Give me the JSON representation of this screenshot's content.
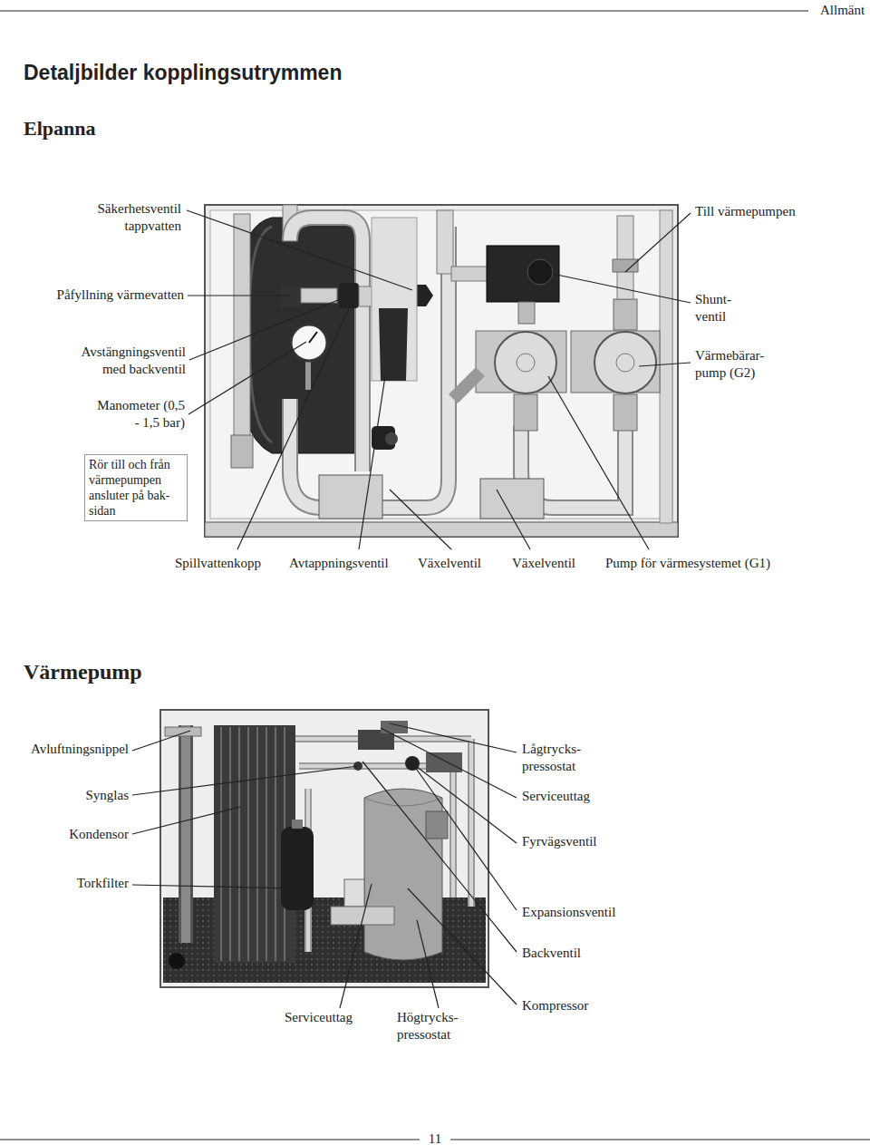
{
  "diagram": {
    "title": "Detaljbilder kopplingsutrymmen",
    "nodes": [
      {
        "text": [
          "Rör till och från värmepumpen ansluter på bak-sidan"
        ]
      }
    ],
    "labels": [
      "Allmänt",
      "Elpanna",
      "Säkerhetsventil tappvatten",
      "Påfyllning värmevatten",
      "Avstängningsventil med backventil",
      "Manometer (0,5 - 1,5 bar)",
      "Till värmepumpen",
      "Shunt-ventil",
      "Värmebärar-pump (G2)",
      "Spillvattenkopp",
      "Avtappningsventil",
      "Växelventil",
      "Växelventil",
      "Pump för värmesystemet (G1)",
      "Värmepump",
      "Avluftningsnippel",
      "Synglas",
      "Kondensor",
      "Torkfilter",
      "Lågtrycks-pressostat",
      "Serviceuttag",
      "Fyrvägsventil",
      "Expansionsventil",
      "Backventil",
      "Kompressor",
      "Serviceuttag",
      "Högtrycks-pressostat",
      "11"
    ]
  }
}
